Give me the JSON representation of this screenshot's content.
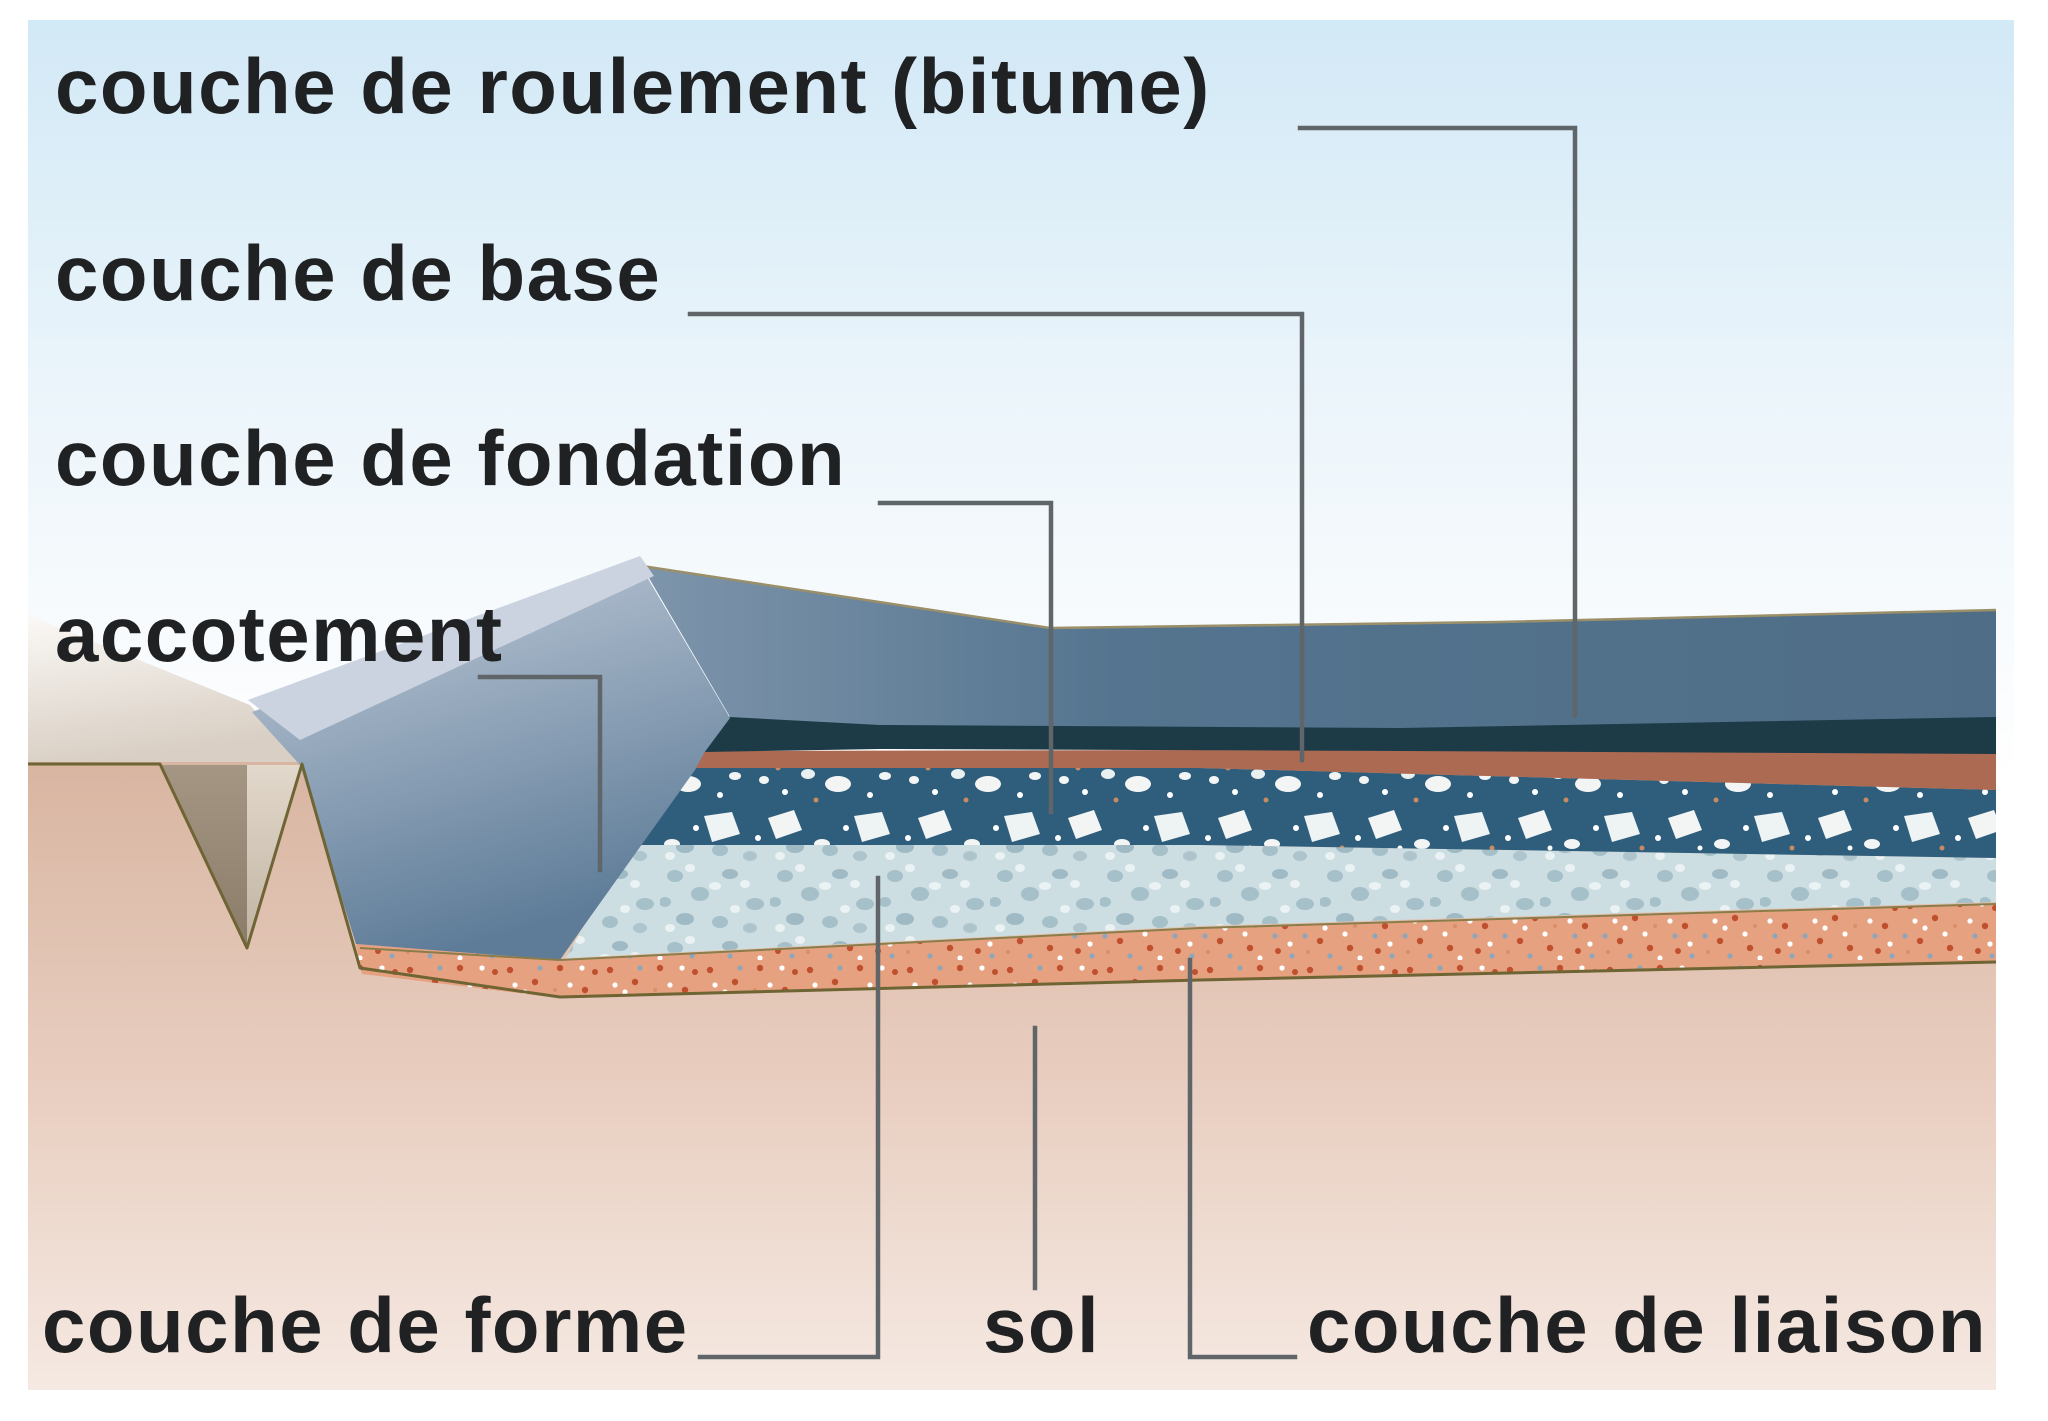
{
  "diagram": {
    "type": "road-pavement-cross-section",
    "language": "fr",
    "labels": {
      "roulement": "couche de roulement (bitume)",
      "base": "couche de base",
      "fondation": "couche de fondation",
      "accotement": "accotement",
      "forme": "couche de forme",
      "sol": "sol",
      "liaison": "couche de liaison"
    },
    "colors": {
      "sky": "#d2e9f6",
      "text": "#1f2123",
      "leader_line": "#5f6569",
      "surface_roulement": "#54748f",
      "bitume": "#1d3a47",
      "base_layer": "#ad6a52",
      "fondation_layer": "#2e5e7c",
      "forme_layer": "#cddee3",
      "liaison_layer": "#e6a181",
      "soil": "#d8b5a1",
      "shoulder_slope": "#5e7c98",
      "ditch_outline": "#6e6434"
    }
  }
}
